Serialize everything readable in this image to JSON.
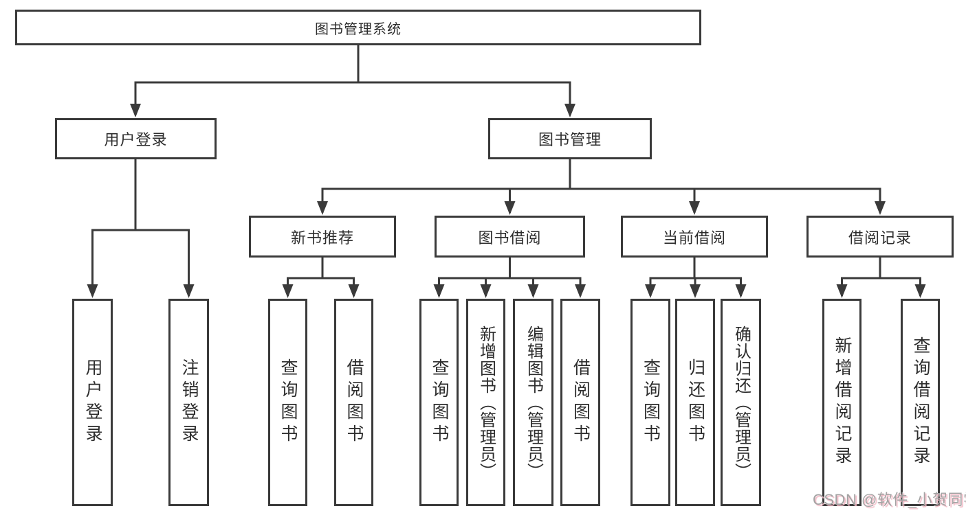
{
  "tree": {
    "root": {
      "label": "图书管理系统"
    },
    "children": [
      {
        "label": "用户登录",
        "children": [
          {
            "label": "用户登录"
          },
          {
            "label": "注销登录"
          }
        ]
      },
      {
        "label": "图书管理",
        "children": [
          {
            "label": "新书推荐",
            "children": [
              {
                "label": "查询图书"
              },
              {
                "label": "借阅图书"
              }
            ]
          },
          {
            "label": "图书借阅",
            "children": [
              {
                "label": "查询图书"
              },
              {
                "label": "新增图书（管理员）"
              },
              {
                "label": "编辑图书（管理员）"
              },
              {
                "label": "借阅图书"
              }
            ]
          },
          {
            "label": "当前借阅",
            "children": [
              {
                "label": "查询图书"
              },
              {
                "label": "归还图书"
              },
              {
                "label": "确认归还（管理员）"
              }
            ]
          },
          {
            "label": "借阅记录",
            "children": [
              {
                "label": "新增借阅记录"
              },
              {
                "label": "查询借阅记录"
              }
            ]
          }
        ]
      }
    ]
  },
  "watermark": {
    "text": "CSDN @软件_小贺同学"
  },
  "colors": {
    "line": "#3a3a3a",
    "box_border": "#3a3a3a",
    "text": "#2d2d2d",
    "watermark_gray": "#a3a3a3",
    "watermark_pink": "#f2b9c5"
  }
}
